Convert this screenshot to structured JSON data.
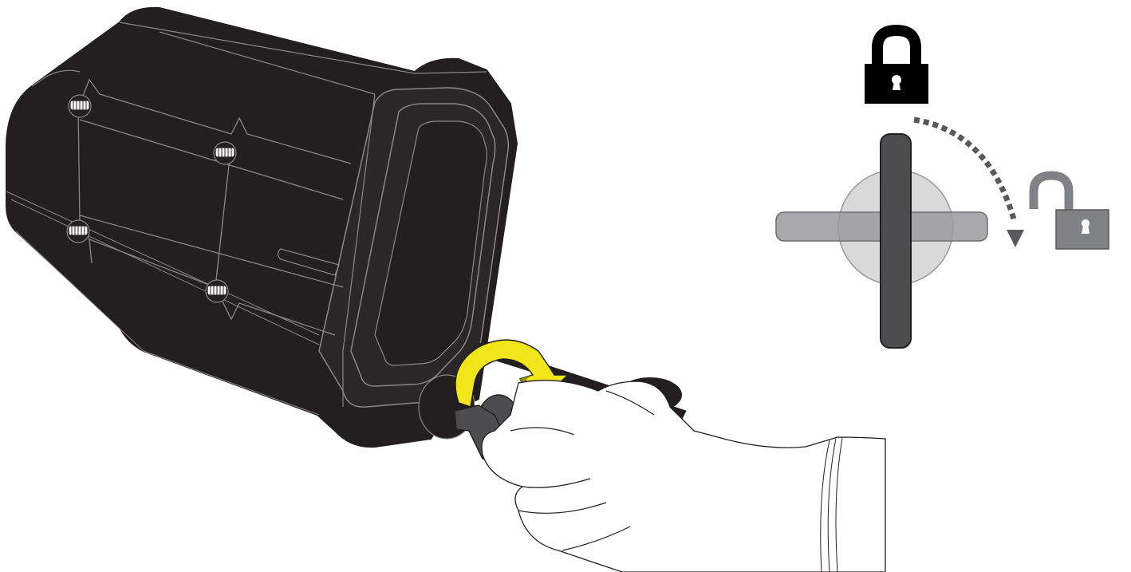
{
  "illustration": {
    "device": "enclosure",
    "action": "rotate-knob-to-unlock",
    "states": [
      "locked",
      "unlocked"
    ],
    "colors": {
      "body": "#231f20",
      "body_line": "#8a8788",
      "arrow": "#f0e61a",
      "arrow_dark": "#9a8c00",
      "knob": "#4d4d4f",
      "knob_ghost": "#9a9a9c",
      "dial": "#d9d9d9",
      "lock_locked": "#000000",
      "lock_unlocked": "#808285",
      "dotted_arrow": "#58595b",
      "hand_outline": "#231f20"
    },
    "icons": [
      "lock-closed-icon",
      "lock-open-icon",
      "rotation-arrow-icon"
    ]
  }
}
